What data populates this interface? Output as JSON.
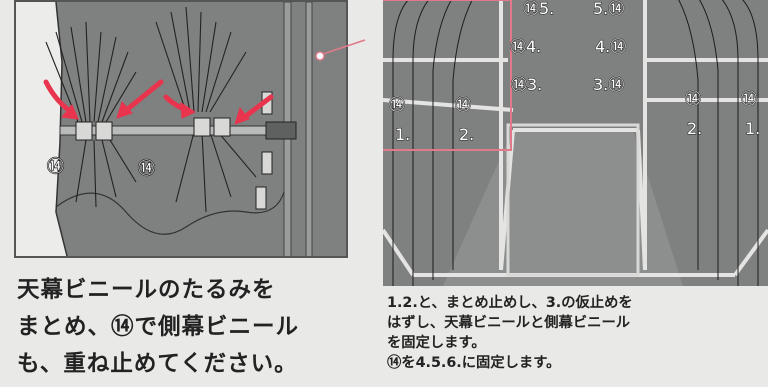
{
  "detail_figure": {
    "left_label": "⑭",
    "right_label": "⑭"
  },
  "overview_figure": {
    "row_labels": {
      "top_left": "⑭5.",
      "top_right": "5.⑭",
      "mid_left": "⑭4.",
      "mid_right": "4.⑭",
      "low_left": "⑭3.",
      "low_right": "3.⑭"
    },
    "bottom_labels": {
      "left_circle": "⑭",
      "left_num": "1.",
      "center_circle": "⑭",
      "center_num": "2.",
      "right_circle_1": "⑭",
      "right_circle_2": "⑭",
      "right_num_1": "2.",
      "right_num_2": "1."
    }
  },
  "left_caption": {
    "line1": "天幕ビニールのたるみを",
    "line2": "まとめ、⑭で側幕ビニール",
    "line3": "も、重ね止めてください。"
  },
  "right_caption": {
    "line1": "1.2.と、まとめ止めし、3.の仮止めを",
    "line2": "はずし、天幕ビニールと側幕ビニール",
    "line3": "を固定します。",
    "line4": "⑭を4.5.6.に固定します。"
  },
  "colors": {
    "photo_gray": "#7f8180",
    "arrow_red": "#e8344d",
    "callout_pink": "#e07a8a"
  }
}
